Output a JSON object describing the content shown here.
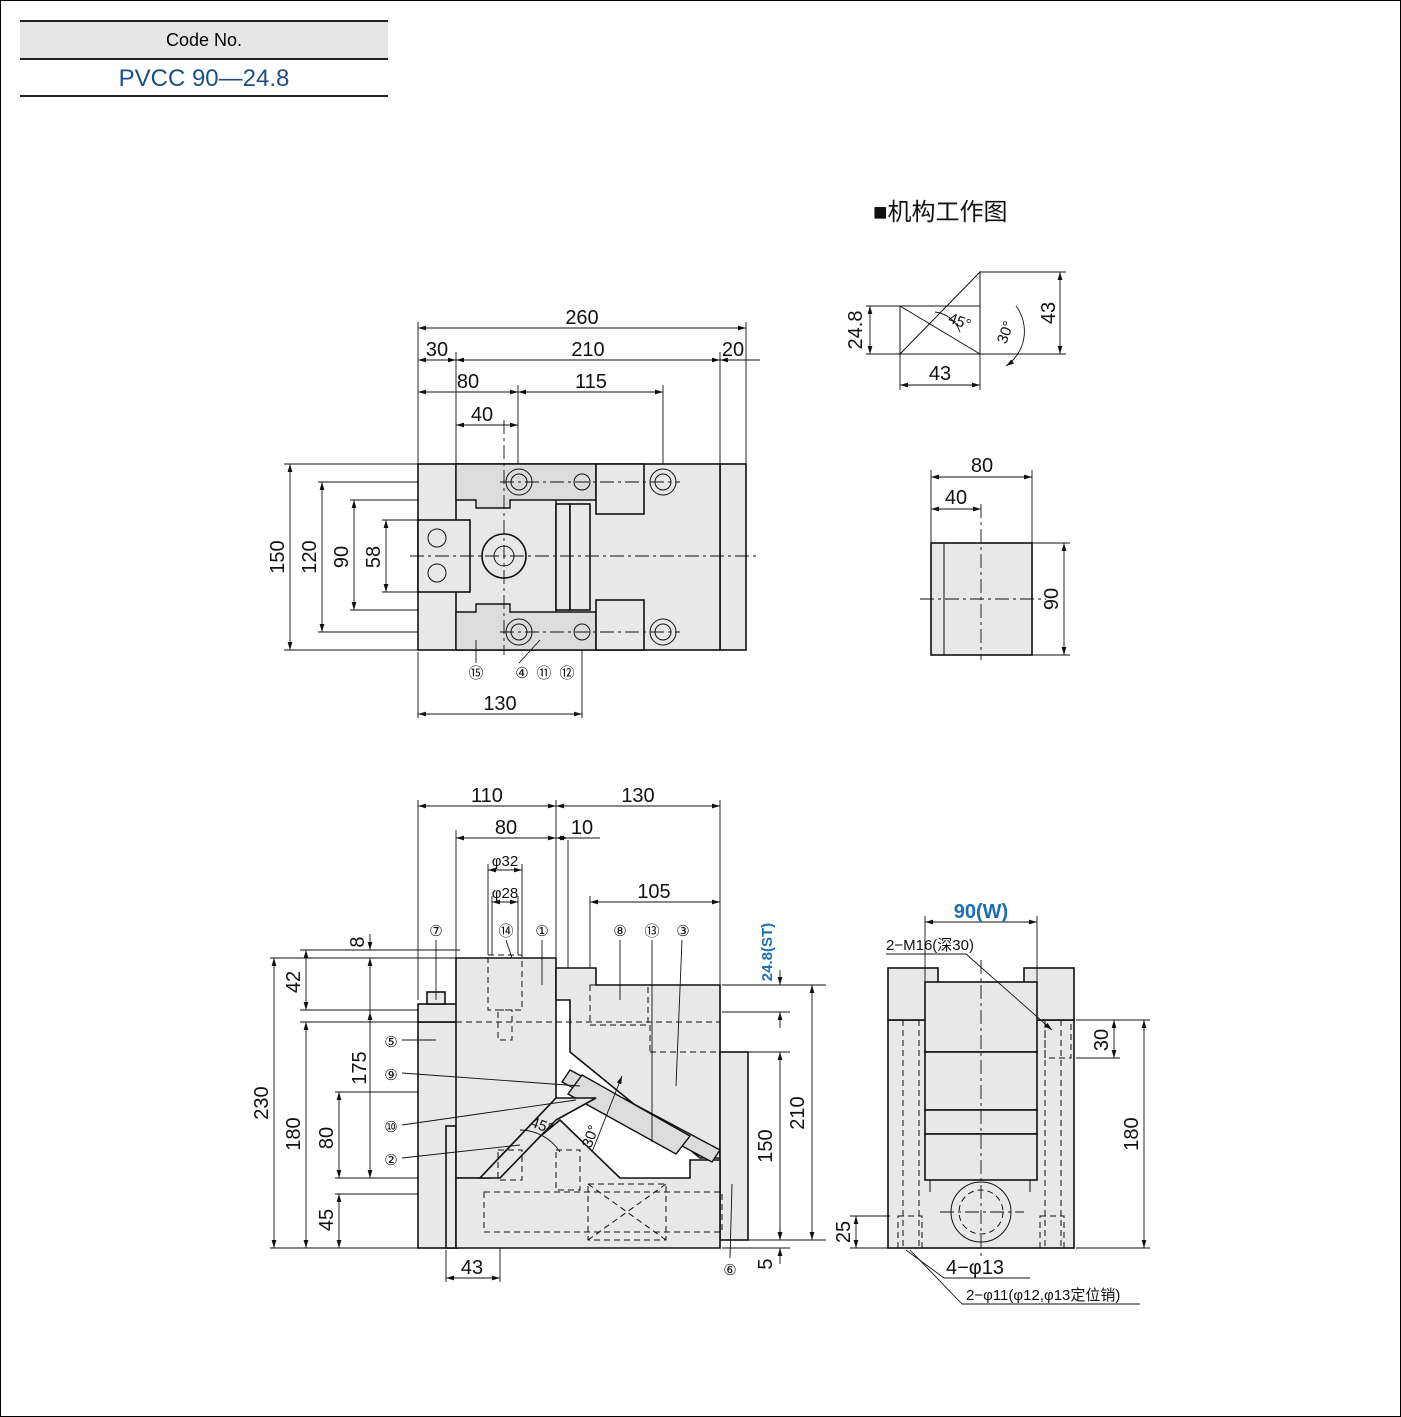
{
  "code_table": {
    "header": "Code No.",
    "value": "PVCC 90—24.8"
  },
  "section_title": "■机构工作图",
  "top_view": {
    "dims": {
      "d260": "260",
      "d30": "30",
      "d210": "210",
      "d20": "20",
      "d80": "80",
      "d115": "115",
      "d40": "40",
      "d150": "150",
      "d120": "120",
      "d90": "90",
      "d58": "58",
      "d130": "130"
    },
    "callouts": {
      "c15": "⑮",
      "c4": "④",
      "c11": "⑪",
      "c12": "⑫"
    }
  },
  "mechanism": {
    "d24_8": "24.8",
    "d43_h": "43",
    "d43_v": "43",
    "a45": "45°",
    "a30": "30°"
  },
  "small_block": {
    "d80": "80",
    "d40": "40",
    "d90": "90"
  },
  "front_view": {
    "dims": {
      "d110": "110",
      "d130": "130",
      "d80": "80",
      "d10": "10",
      "phi32": "φ32",
      "phi28": "φ28",
      "d105": "105",
      "d8": "8",
      "d42": "42",
      "d175": "175",
      "d230": "230",
      "d180": "180",
      "d80v": "80",
      "d45": "45",
      "d43": "43",
      "d150": "150",
      "d210": "210",
      "d5": "5",
      "a45": "45°",
      "a30": "30°"
    },
    "stroke_label": "24.8(ST)",
    "callouts": {
      "c7": "⑦",
      "c14": "⑭",
      "c1": "①",
      "c8": "⑧",
      "c13": "⑬",
      "c3": "③",
      "c5": "⑤",
      "c9": "⑨",
      "c10": "⑩",
      "c2": "②",
      "c6": "⑥"
    }
  },
  "side_view": {
    "width_label": "90(W)",
    "tap_label": "2−M16(深30)",
    "d30": "30",
    "d180": "180",
    "d25": "25",
    "holes_label": "4−φ13",
    "pins_label": "2−φ11(φ12,φ13定位销)"
  },
  "colors": {
    "accent_blue": "#1d6db5",
    "code_blue": "#1d4e89",
    "part_fill": "#e8e8e8"
  }
}
